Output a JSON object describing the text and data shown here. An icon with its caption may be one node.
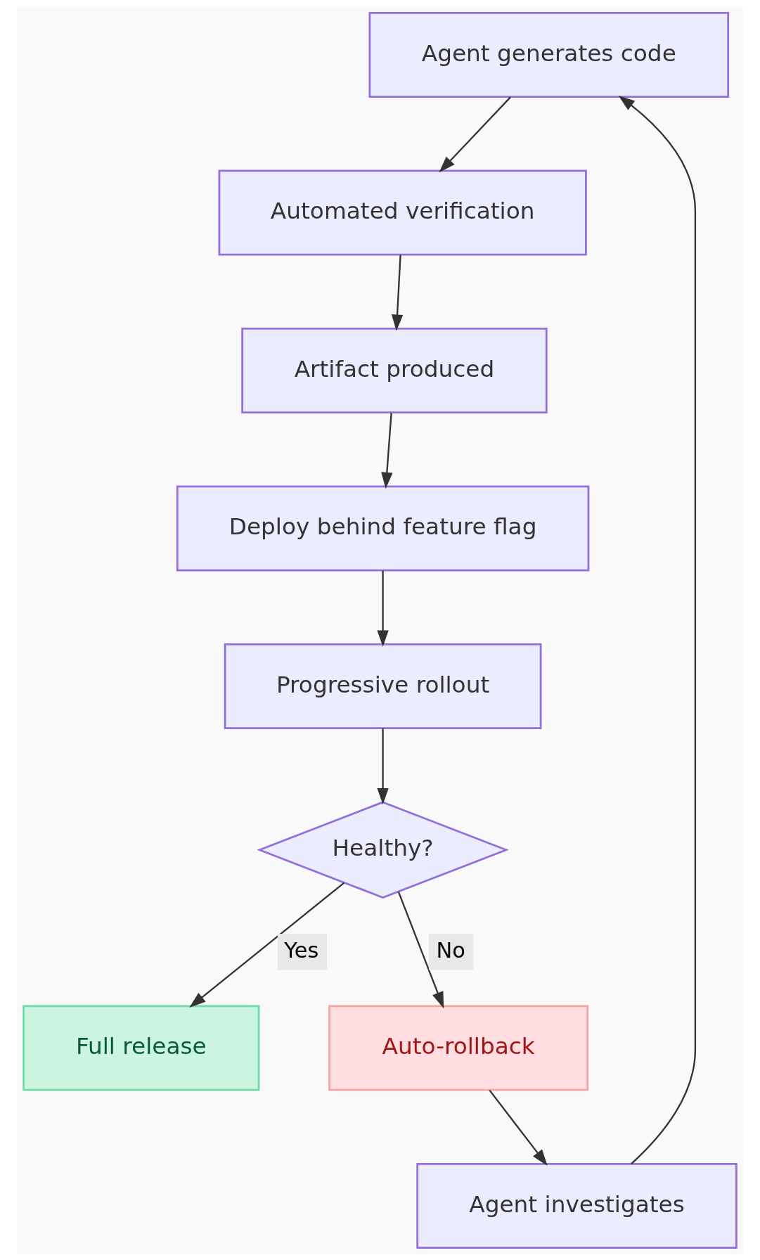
{
  "diagram": {
    "nodes": [
      {
        "text": [
          "Agent generates code"
        ]
      },
      {
        "text": [
          "Automated verification"
        ]
      },
      {
        "text": [
          "Artifact produced"
        ]
      },
      {
        "text": [
          "Deploy behind feature flag"
        ]
      },
      {
        "text": [
          "Progressive rollout"
        ]
      },
      {
        "text": [
          "Healthy?"
        ]
      },
      {
        "text": [
          "Full release"
        ]
      },
      {
        "text": [
          "Auto-rollback"
        ]
      },
      {
        "text": [
          "Agent investigates"
        ]
      }
    ],
    "edges": [
      {
        "from": 0,
        "to": 1,
        "arrow": "to"
      },
      {
        "from": 1,
        "to": 2,
        "arrow": "to"
      },
      {
        "from": 2,
        "to": 3,
        "arrow": "to"
      },
      {
        "from": 3,
        "to": 4,
        "arrow": "to"
      },
      {
        "from": 4,
        "to": 5,
        "arrow": "to"
      },
      {
        "from": 5,
        "to": 6,
        "label": "Yes",
        "arrow": "to"
      },
      {
        "from": 5,
        "to": 7,
        "label": "No",
        "arrow": "to"
      },
      {
        "from": 7,
        "to": 8,
        "arrow": "to"
      },
      {
        "from": 8,
        "to": 0,
        "arrow": "to"
      }
    ]
  }
}
